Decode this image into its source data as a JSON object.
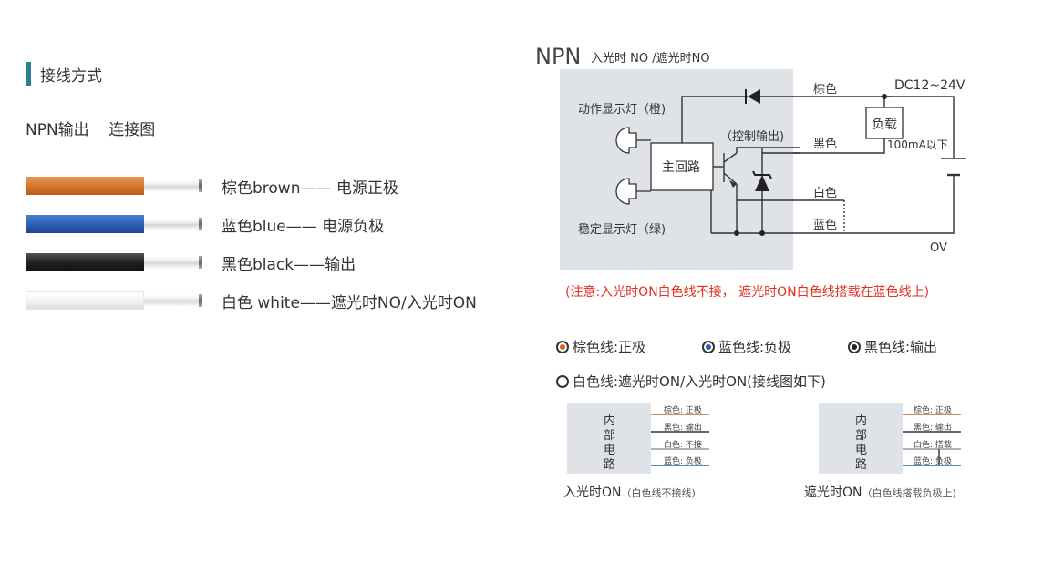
{
  "section": {
    "title": "接线方式",
    "subtitle": "NPN输出    连接图"
  },
  "wires": [
    {
      "label": "棕色brown—— 电源正极",
      "color": "#d8772d"
    },
    {
      "label": "蓝色blue—— 电源负极",
      "color": "#2e5fb6"
    },
    {
      "label": "黑色black——输出",
      "color": "#222222"
    },
    {
      "label": "白色 white——遮光时NO/入光时ON",
      "color": "#f4f4f4"
    }
  ],
  "diagram": {
    "title_main": "NPN",
    "title_sub": "入光时 NO /遮光时NO",
    "lamp_action": "动作显示灯（橙)",
    "lamp_stable": "稳定显示灯（绿)",
    "main_circuit": "主回路",
    "control_output": "（控制输出)",
    "wire_brown": "棕色",
    "wire_black": "黑色",
    "wire_white": "白色",
    "wire_blue": "蓝色",
    "supply": "DC12~24V",
    "load": "负载",
    "load_current": "100mA以下",
    "zero_volt": "OV",
    "note": "(注意:入光时ON白色线不接， 遮光时ON白色线搭载在蓝色线上)",
    "panel_bg": "#dfe3e8",
    "note_color": "#e0301e"
  },
  "legend": {
    "brown": "棕色线:正极",
    "blue": "蓝色线:负极",
    "black": "黑色线:输出",
    "white": "白色线:遮光时ON/入光时ON(接线图如下)"
  },
  "mini": {
    "internal_chars": [
      "内",
      "部",
      "电",
      "路"
    ],
    "left": {
      "labels": [
        "棕色: 正极",
        "黑色: 输出",
        "白色: 不接",
        "蓝色: 负极"
      ],
      "caption_main": "入光时ON",
      "caption_sub": "（白色线不接线)"
    },
    "right": {
      "labels": [
        "棕色: 正极",
        "黑色: 输出",
        "白色: 搭载",
        "蓝色: 负极"
      ],
      "caption_main": "遮光时ON",
      "caption_sub": "（白色线搭载负极上)"
    }
  }
}
